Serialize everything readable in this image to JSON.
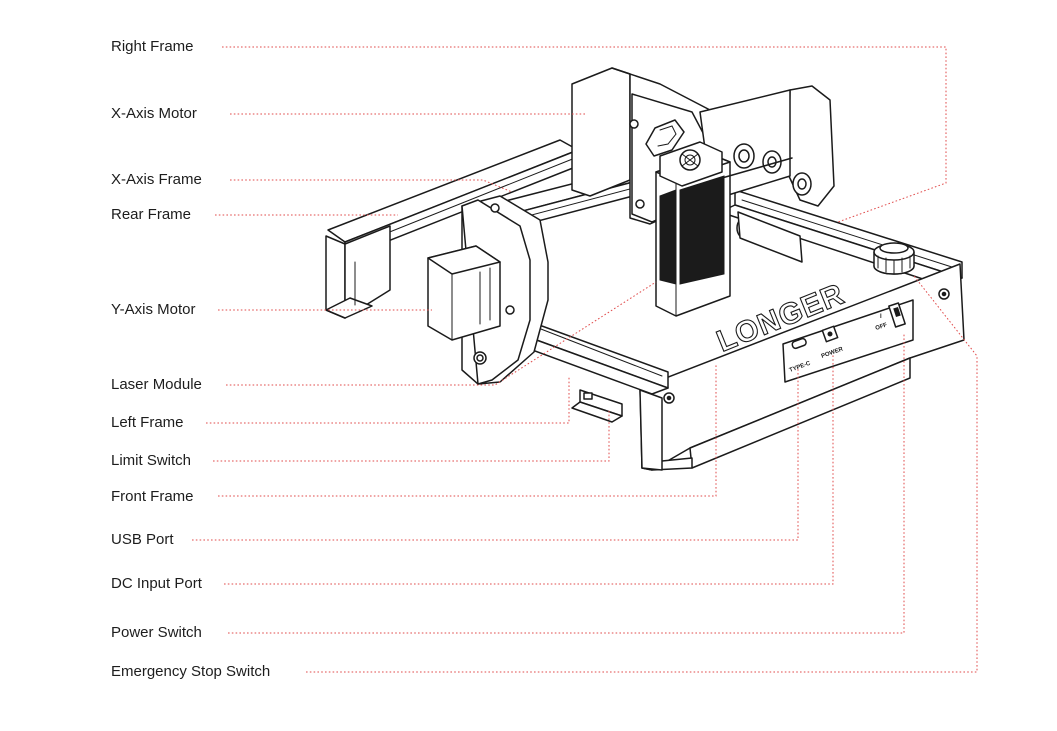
{
  "labels": {
    "right_frame": "Right Frame",
    "x_axis_motor": "X-Axis Motor",
    "x_axis_frame": "X-Axis Frame",
    "rear_frame": "Rear Frame",
    "y_axis_motor": "Y-Axis Motor",
    "laser_module": "Laser Module",
    "left_frame": "Left Frame",
    "limit_switch": "Limit Switch",
    "front_frame": "Front Frame",
    "usb_port": "USB Port",
    "dc_input_port": "DC Input Port",
    "power_switch": "Power Switch",
    "emergency_stop_switch": "Emergency Stop Switch"
  },
  "machine_marks": {
    "brand": "LONGER",
    "usb_label": "TYPE-C",
    "power_label": "POWER",
    "switch_on": "I",
    "switch_off": "OFF"
  },
  "colors": {
    "leader_line": "#e04b4b",
    "outline": "#1b1b1b",
    "label_text": "#1d1d1d"
  }
}
